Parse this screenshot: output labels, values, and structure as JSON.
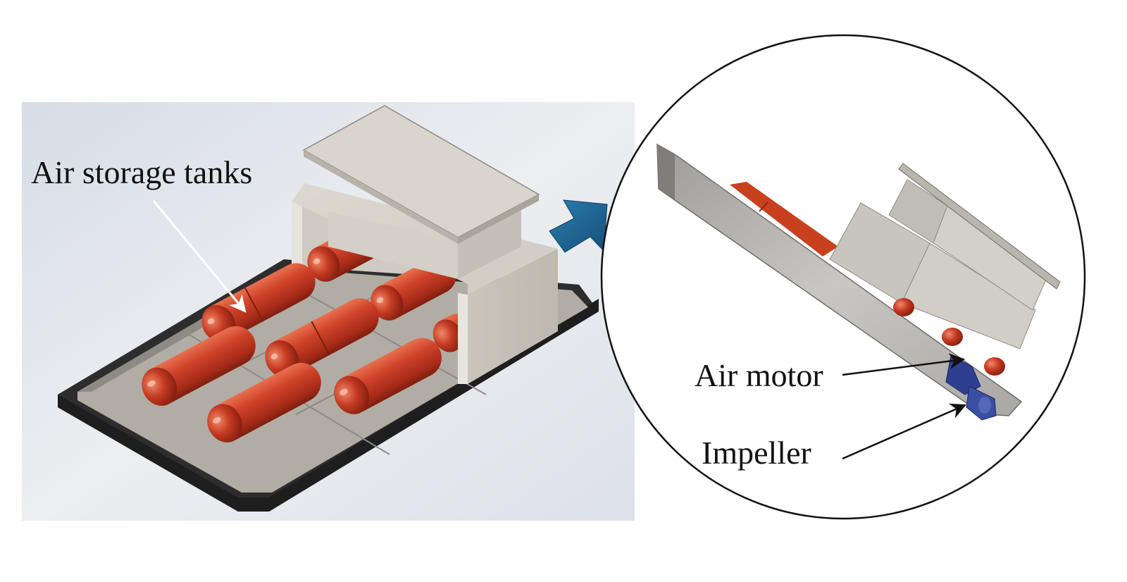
{
  "labels": {
    "air_storage_tanks": "Air storage tanks",
    "air_motor": "Air motor",
    "impeller": "Impeller"
  },
  "colors": {
    "panel_background": "#dfe4ea",
    "hull_dark": "#2f2f2f",
    "deck_grey": "#b4b0a7",
    "housing_stone": "#d6d2ca",
    "tank_red": "#c7381f",
    "arrow_blue": "#1a5f8c",
    "motor_blue": "#2e3f8f",
    "label_text": "#111111"
  },
  "icons": {
    "zoom_arrow": "arrow-right-up-icon"
  }
}
